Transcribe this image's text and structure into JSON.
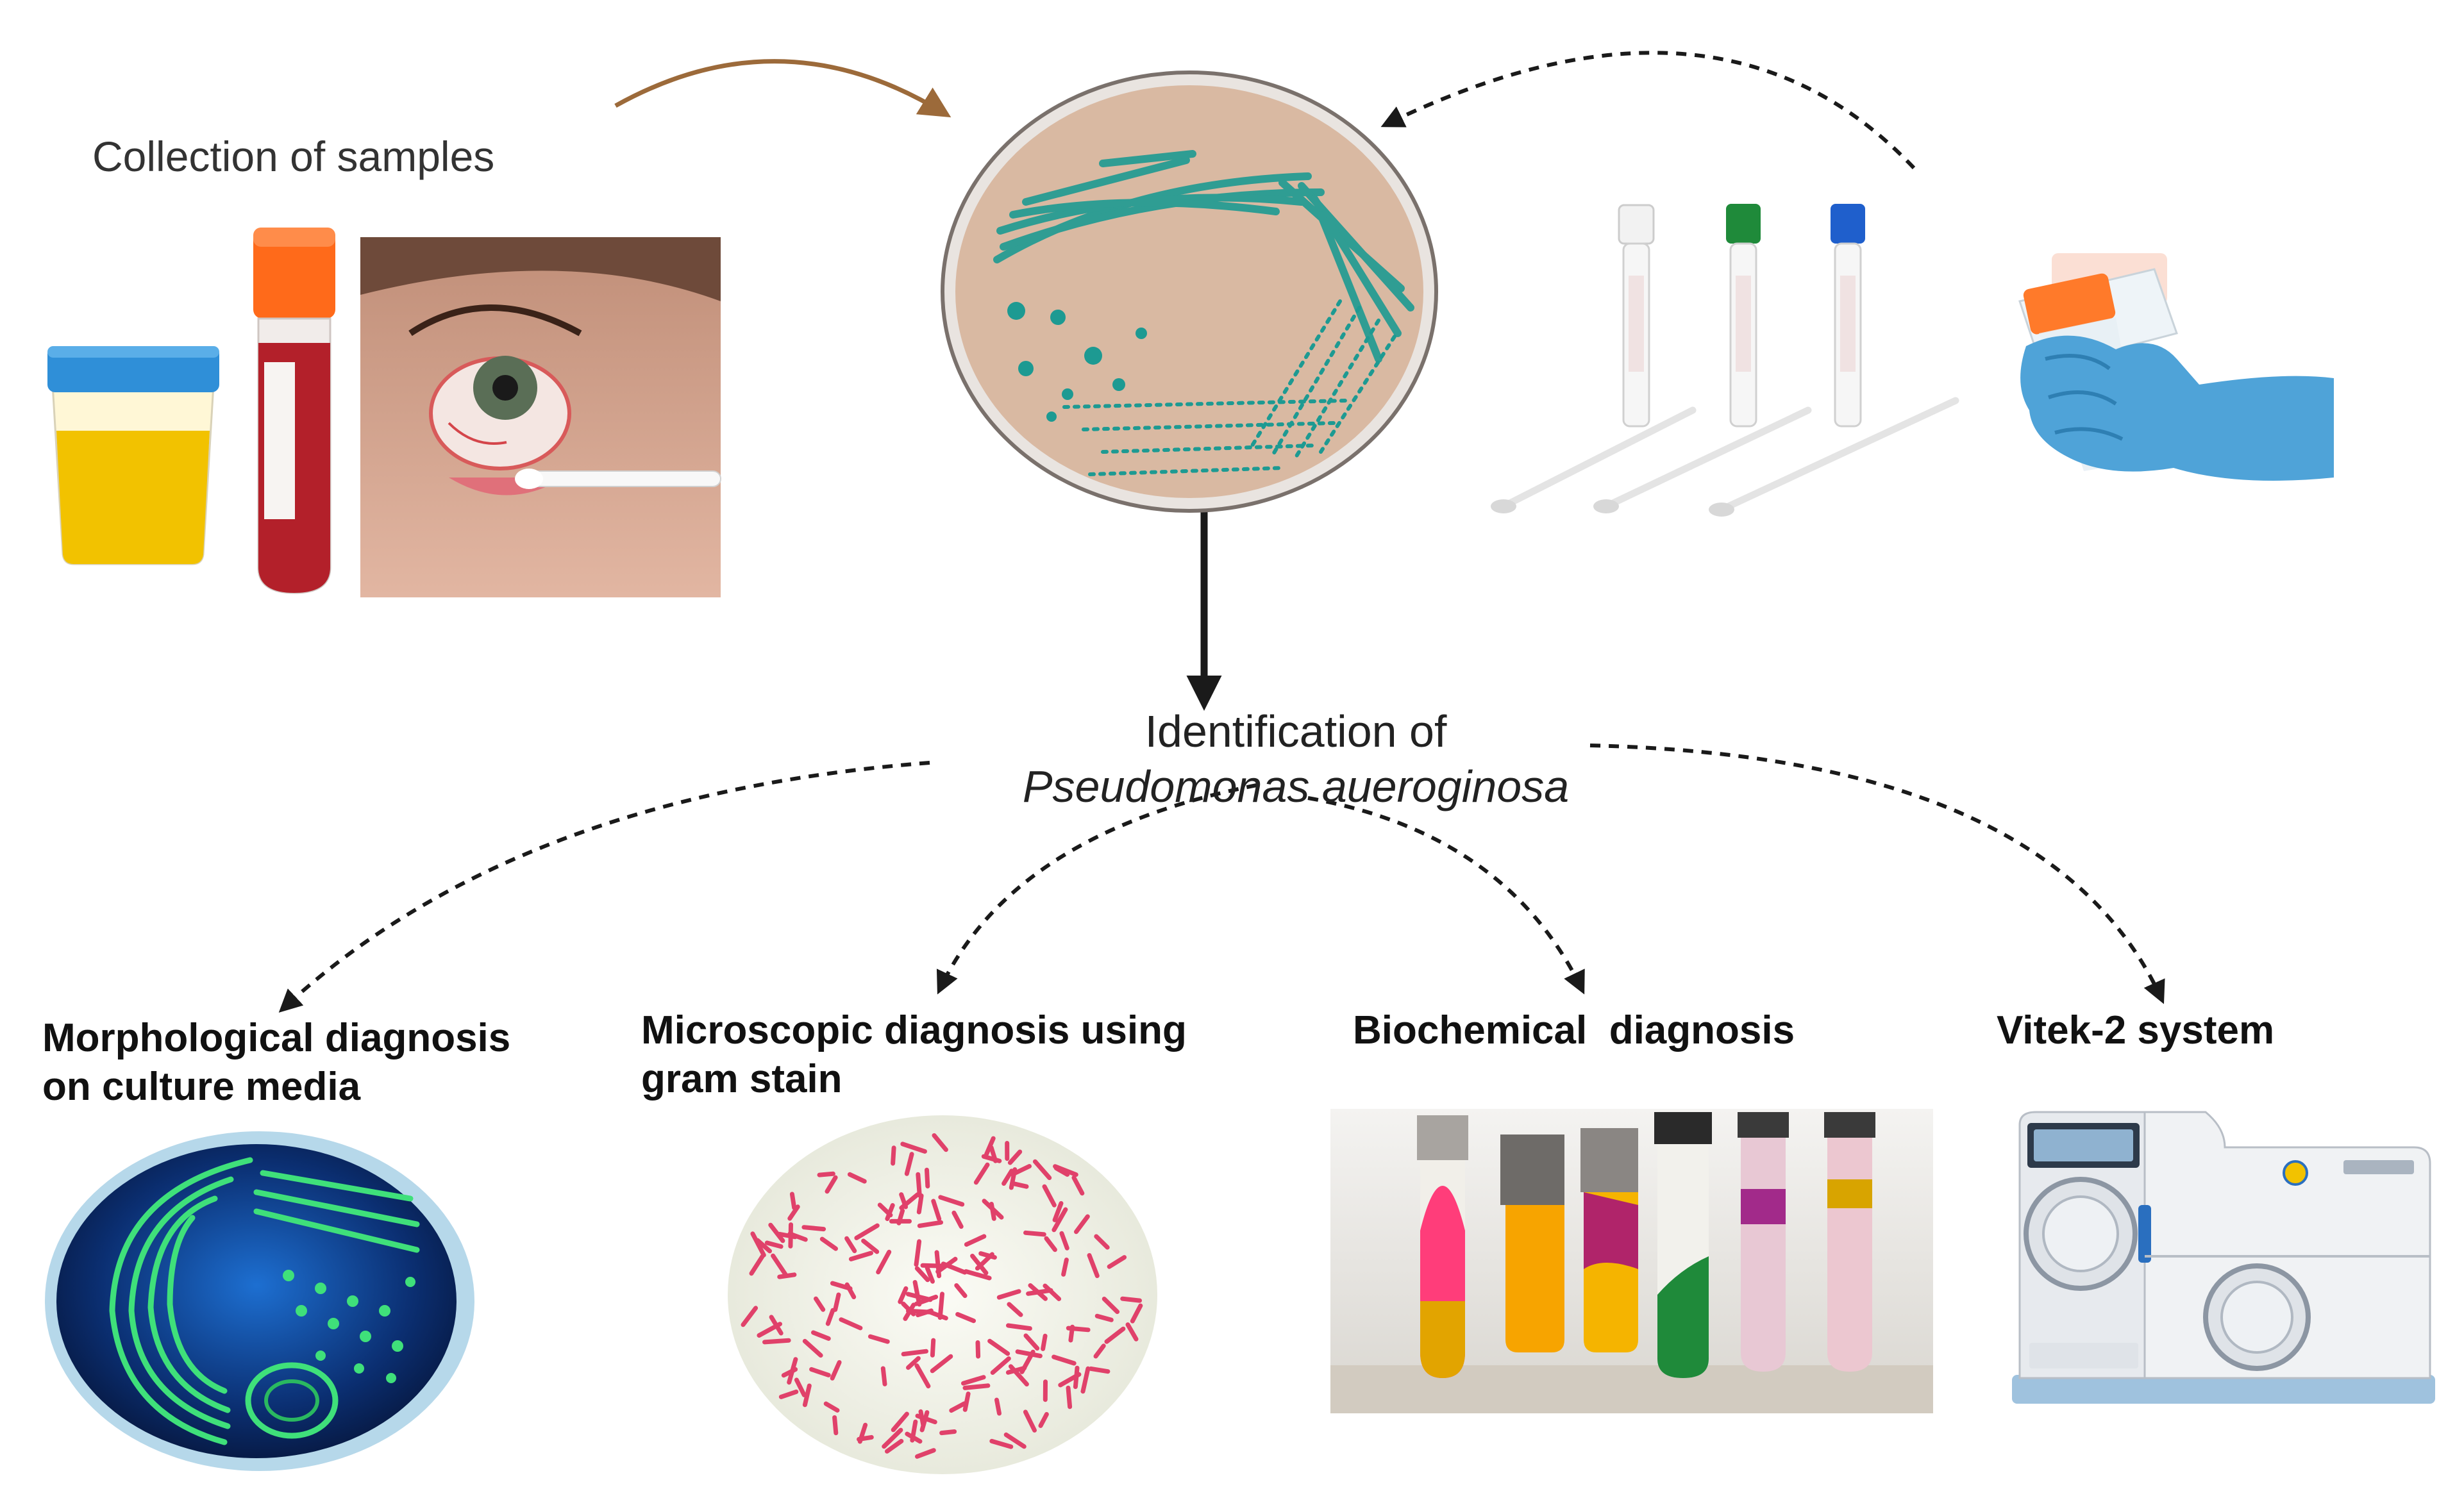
{
  "title_collection": "Collection of samples",
  "identification": {
    "line1": "Identification of",
    "species": "Pseudomonas aueroginosa"
  },
  "methods": [
    {
      "line1": "Morphological diagnosis",
      "line2": "on culture media"
    },
    {
      "line1": "Microscopic diagnosis using",
      "line2": "gram stain"
    },
    {
      "line1": "Biochemical  diagnosis",
      "line2": ""
    },
    {
      "line1": "Vitek-2 system",
      "line2": ""
    }
  ],
  "colors": {
    "agar": "#d9b9a2",
    "colony_teal": "#1d9a92",
    "arrow_brown": "#9c6a3a",
    "urine_cap": "#2f8fd8",
    "urine": "#f2c200",
    "blood_cap": "#ff6a1a",
    "blood": "#b3202a",
    "swab_cap_green": "#1f8a3a",
    "swab_cap_blue": "#1f5fcc",
    "glove": "#4fa3d8",
    "gram_neg_pink": "#e0416a",
    "culture_green": "#3fe07a"
  },
  "icons": [
    "urine-cup-icon",
    "blood-tube-icon",
    "eye-swab-photo",
    "petri-dish-icon",
    "transport-swab-icon",
    "gloved-hand-tube-icon",
    "culture-plate-photo",
    "gram-stain-slide-photo",
    "biochemical-tubes-photo",
    "vitek-2-analyzer-icon"
  ]
}
